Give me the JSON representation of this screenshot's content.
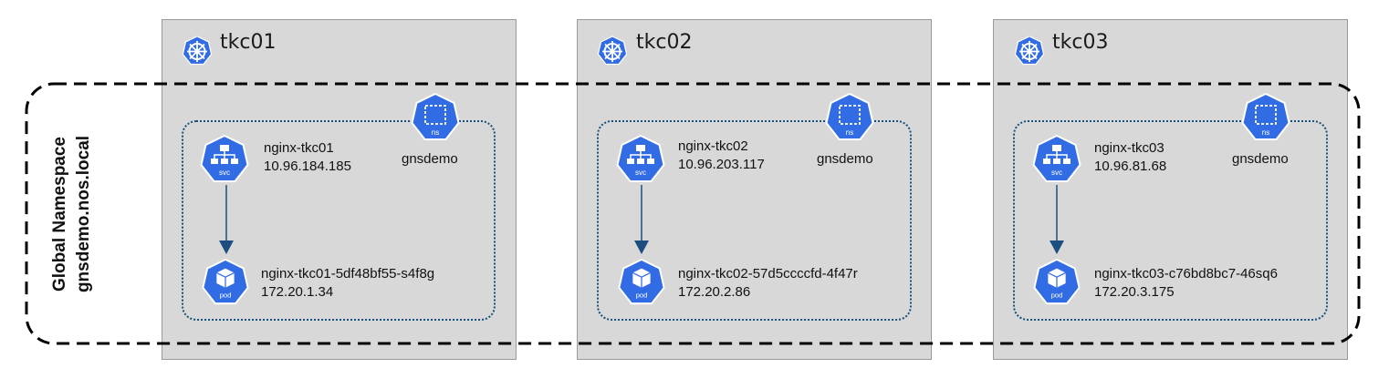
{
  "global_namespace": {
    "line1": "Global Namespace",
    "line2": "gnsdemo.nos.local"
  },
  "clusters": [
    {
      "name": "tkc01",
      "namespace_label": "gnsdemo",
      "service_name": "nginx-tkc01",
      "service_ip": "10.96.184.185",
      "pod_name": "nginx-tkc01-5df48bf55-s4f8g",
      "pod_ip": "172.20.1.34"
    },
    {
      "name": "tkc02",
      "namespace_label": "gnsdemo",
      "service_name": "nginx-tkc02",
      "service_ip": "10.96.203.117",
      "pod_name": "nginx-tkc02-57d5ccccfd-4f47r",
      "pod_ip": "172.20.2.86"
    },
    {
      "name": "tkc03",
      "namespace_label": "gnsdemo",
      "service_name": "nginx-tkc03",
      "service_ip": "10.96.81.68",
      "pod_name": "nginx-tkc03-c76bd8bc7-46sq6",
      "pod_ip": "172.20.3.175"
    }
  ],
  "icon_labels": {
    "svc": "svc",
    "pod": "pod",
    "ns": "ns"
  },
  "icons": {
    "cluster": "kubernetes-helm-icon",
    "service": "service-icon",
    "pod": "pod-icon",
    "namespace": "namespace-icon"
  },
  "colors": {
    "k8s_blue": "#326ce5",
    "namespace_border": "#15507a",
    "cluster_fill": "#d8d8d8",
    "arrow": "#1c4f7f"
  }
}
